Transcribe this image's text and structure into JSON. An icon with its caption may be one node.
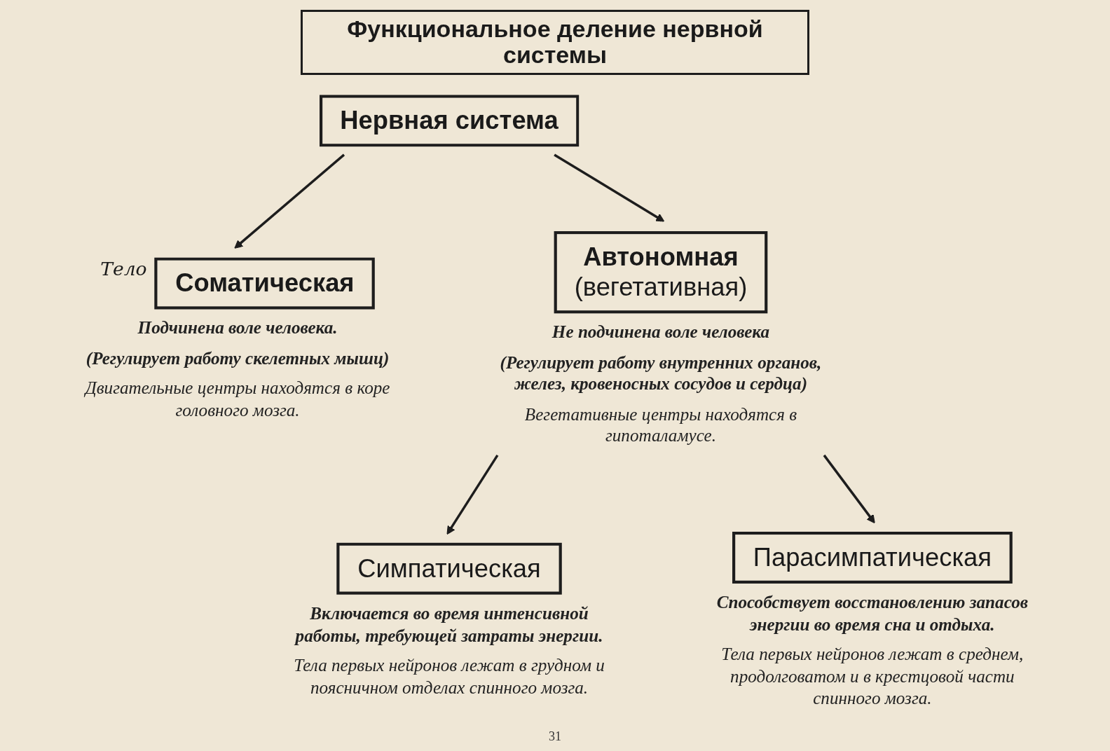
{
  "diagram": {
    "title": "Функциональное деление нервной системы",
    "nodes": [
      {
        "text": [
          "Нервная система"
        ]
      },
      {
        "text": [
          "Соматическая"
        ],
        "beside": [
          "Тело",
          "Подчинена воле человека.",
          "(Регулирует работу скелетных мышц)",
          "Двигательные центры находятся в коре головного мозга."
        ]
      },
      {
        "text": [
          "Автономная",
          "(вегетативная)"
        ],
        "beside": [
          "Не подчинена воле человека",
          "(Регулирует работу внутренних органов, желез, кровеносных сосудов и сердца)",
          "Вегетативные центры находятся в гипоталамусе."
        ]
      },
      {
        "text": [
          "Симпатическая"
        ],
        "beside": [
          "Включается во время интенсивной работы, требующей затраты энергии.",
          "Тела первых нейронов лежат в грудном и поясничном отделах спинного мозга."
        ]
      },
      {
        "text": [
          "Парасимпатическая"
        ],
        "beside": [
          "Способствует восстановлению запасов энергии во время сна и отдыха.",
          "Тела первых нейронов лежат в среднем, продолговатом и в крестцовой части спинного мозга."
        ]
      }
    ],
    "edges": [
      {
        "from": 0,
        "to": 1,
        "arrow": "to"
      },
      {
        "from": 0,
        "to": 2,
        "arrow": "to"
      },
      {
        "from": 2,
        "to": 3,
        "arrow": "to"
      },
      {
        "from": 2,
        "to": 4,
        "arrow": "to"
      }
    ],
    "labels": [
      "31"
    ]
  }
}
